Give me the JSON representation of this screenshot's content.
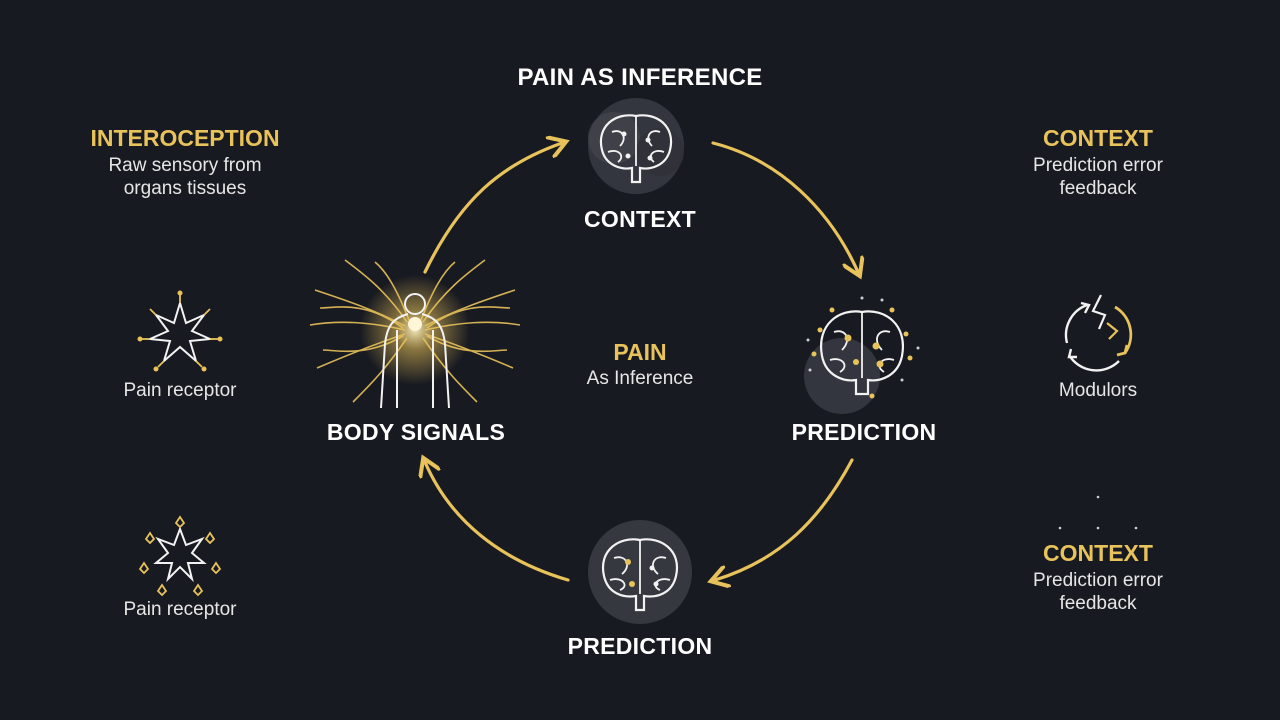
{
  "title": "PAIN AS INFERENCE",
  "cycle": {
    "top_label": "CONTEXT",
    "right_label": "PREDICTION",
    "bottom_label": "PREDICTION",
    "left_label": "BODY SIGNALS",
    "center_head": "PAIN",
    "center_sub": "As Inference"
  },
  "left_panel": {
    "heading": "INTEROCEPTION",
    "desc_line1": "Raw sensory from",
    "desc_line2": "organs tissues",
    "receptor1_label": "Pain receptor",
    "receptor2_label": "Pain receptor"
  },
  "right_panel": {
    "heading1": "CONTEXT",
    "desc1_line1": "Prediction error",
    "desc1_line2": "feedback",
    "modulators_label": "Modulors",
    "heading2": "CONTEXT",
    "desc2_line1": "Prediction error",
    "desc2_line2": "feedback"
  },
  "colors": {
    "background": "#181a21",
    "accent_gold": "#e8c25a",
    "text": "#ffffff"
  },
  "icons": [
    "brain-icon",
    "body-nerves-icon",
    "starburst-receptor-icon",
    "cycle-arrows-icon"
  ]
}
